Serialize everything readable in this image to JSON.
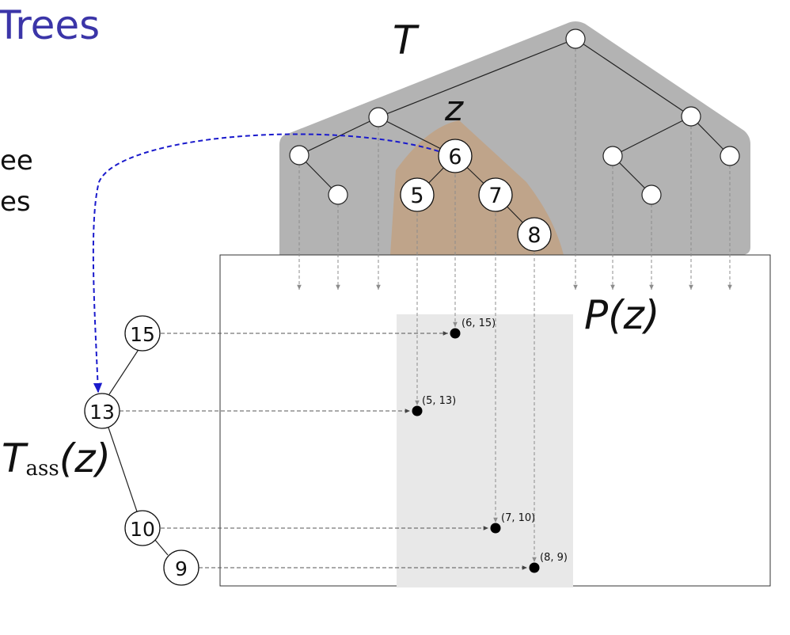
{
  "slide": {
    "title": "Trees",
    "cut_text_lines": [
      "ee",
      "es"
    ]
  },
  "labels": {
    "tree": "T",
    "node": "z",
    "point_set": "P(z)",
    "assoc_main": "T",
    "assoc_sub": "ass",
    "assoc_arg": "(z)"
  },
  "colors": {
    "title": "#3b35a8",
    "tree_region": "#b3b3b3",
    "subtree_region": "#bfa48a",
    "query_strip": "#e8e8e8",
    "pointer_arrow": "#1a1acc",
    "guide_lines": "#8c8c8c"
  },
  "highlighted_nodes": [
    "6",
    "5",
    "7",
    "8"
  ],
  "assoc_tree_nodes": [
    "15",
    "13",
    "10",
    "9"
  ],
  "points": [
    {
      "label": "(6, 15)",
      "x": 6,
      "y": 15
    },
    {
      "label": "(5, 13)",
      "x": 5,
      "y": 13
    },
    {
      "label": "(7, 10)",
      "x": 7,
      "y": 10
    },
    {
      "label": "(8, 9)",
      "x": 8,
      "y": 9
    }
  ]
}
